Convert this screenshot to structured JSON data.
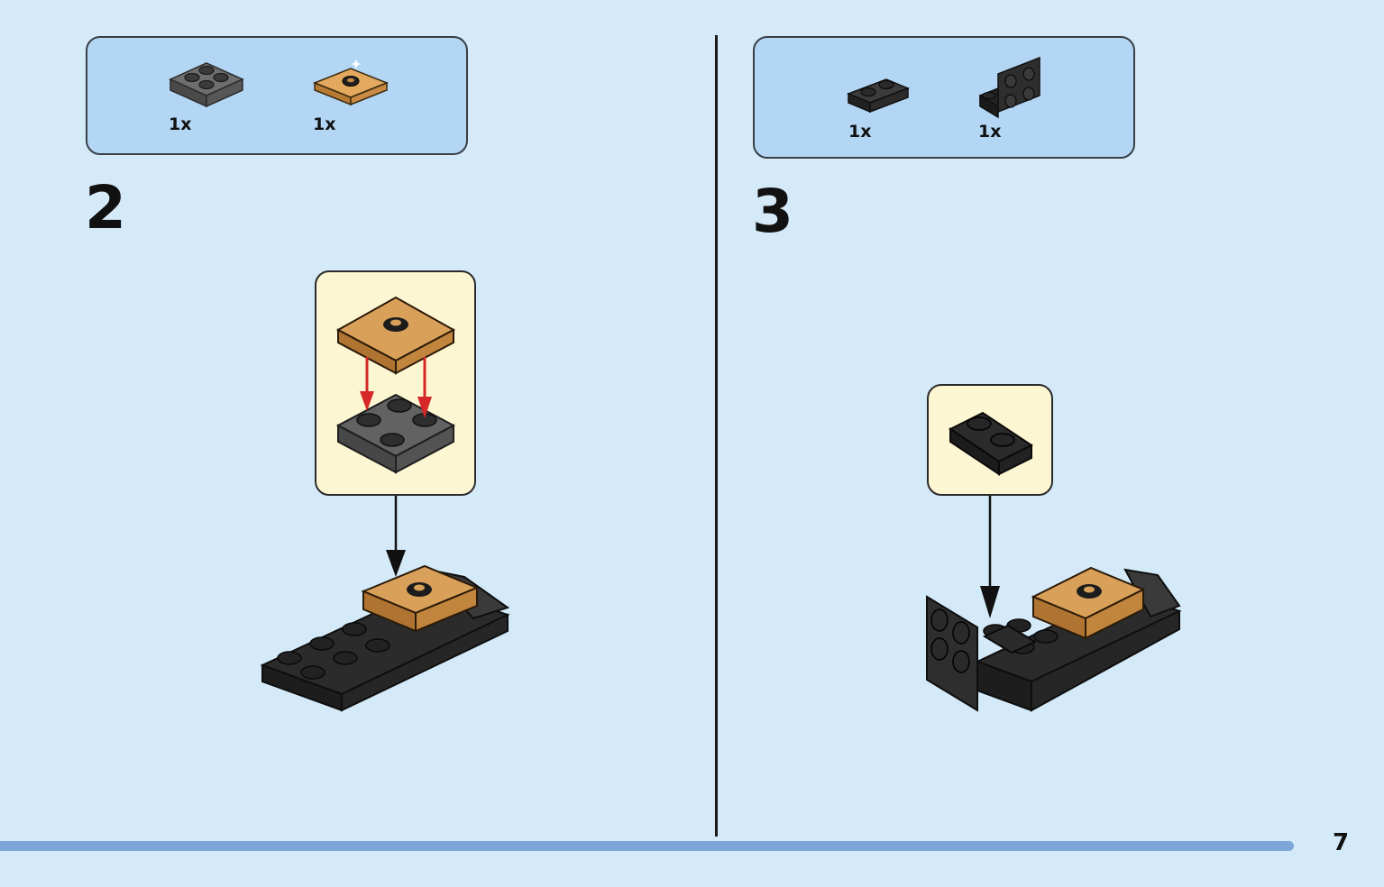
{
  "steps": [
    {
      "number": "2",
      "parts": [
        {
          "icon": "dark-gray-2x2-plate-icon",
          "qty": "1x"
        },
        {
          "icon": "orange-2x2-tile-with-stud-icon",
          "qty": "1x"
        }
      ]
    },
    {
      "number": "3",
      "parts": [
        {
          "icon": "black-1x2-plate-icon",
          "qty": "1x"
        },
        {
          "icon": "black-bracket-plate-icon",
          "qty": "1x"
        }
      ]
    }
  ],
  "page_number": "7",
  "progress": 0.935,
  "colors": {
    "background": "#d4eaf9",
    "parts_box": "#b3d6f4",
    "callout": "#fdf6d2",
    "orange_part": "#d39a52",
    "dark_gray_part": "#5c5c5c",
    "black_part": "#2b2b2b",
    "red_arrow": "#d62828",
    "progress_bar": "#7ea6d8"
  }
}
